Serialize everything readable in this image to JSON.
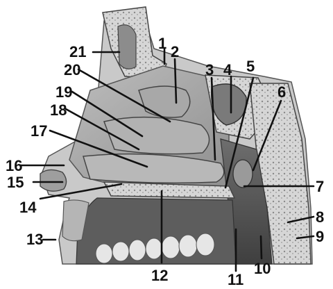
{
  "figure": {
    "labels": [
      {
        "key": "1",
        "text": "1"
      },
      {
        "key": "2",
        "text": "2"
      },
      {
        "key": "3",
        "text": "3"
      },
      {
        "key": "4",
        "text": "4"
      },
      {
        "key": "5",
        "text": "5"
      },
      {
        "key": "6",
        "text": "6"
      },
      {
        "key": "7",
        "text": "7"
      },
      {
        "key": "8",
        "text": "8"
      },
      {
        "key": "9",
        "text": "9"
      },
      {
        "key": "10",
        "text": "10"
      },
      {
        "key": "11",
        "text": "11"
      },
      {
        "key": "12",
        "text": "12"
      },
      {
        "key": "13",
        "text": "13"
      },
      {
        "key": "14",
        "text": "14"
      },
      {
        "key": "15",
        "text": "15"
      },
      {
        "key": "16",
        "text": "16"
      },
      {
        "key": "17",
        "text": "17"
      },
      {
        "key": "18",
        "text": "18"
      },
      {
        "key": "19",
        "text": "19"
      },
      {
        "key": "20",
        "text": "20"
      },
      {
        "key": "21",
        "text": "21"
      }
    ]
  }
}
